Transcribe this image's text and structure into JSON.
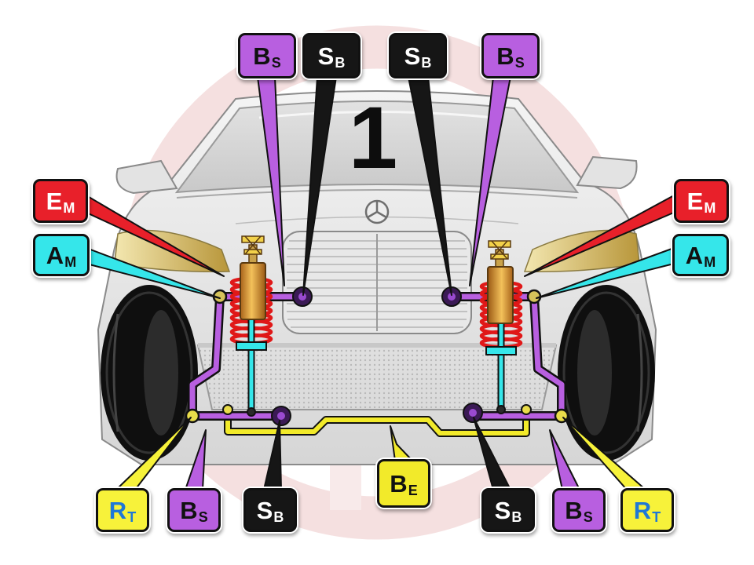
{
  "figure_number": "1",
  "callouts": {
    "top_left_bs": {
      "main": "B",
      "sub": "S"
    },
    "top_left_sb": {
      "main": "S",
      "sub": "B"
    },
    "top_right_sb": {
      "main": "S",
      "sub": "B"
    },
    "top_right_bs": {
      "main": "B",
      "sub": "S"
    },
    "left_em": {
      "main": "E",
      "sub": "M"
    },
    "left_am": {
      "main": "A",
      "sub": "M"
    },
    "right_em": {
      "main": "E",
      "sub": "M"
    },
    "right_am": {
      "main": "A",
      "sub": "M"
    },
    "bottom_left_rt": {
      "main": "R",
      "sub": "T"
    },
    "bottom_left_bs": {
      "main": "B",
      "sub": "S"
    },
    "bottom_left_sb": {
      "main": "S",
      "sub": "B"
    },
    "bottom_be": {
      "main": "B",
      "sub": "E"
    },
    "bottom_right_sb": {
      "main": "S",
      "sub": "B"
    },
    "bottom_right_bs": {
      "main": "B",
      "sub": "S"
    },
    "bottom_right_rt": {
      "main": "R",
      "sub": "T"
    }
  },
  "colors": {
    "bs": "#b85fe0",
    "sb": "#161616",
    "em": "#e8202a",
    "am": "#35e6ea",
    "rt": "#f7f23a",
    "rt_text": "#1f78d6",
    "be": "#f2ea2a"
  }
}
